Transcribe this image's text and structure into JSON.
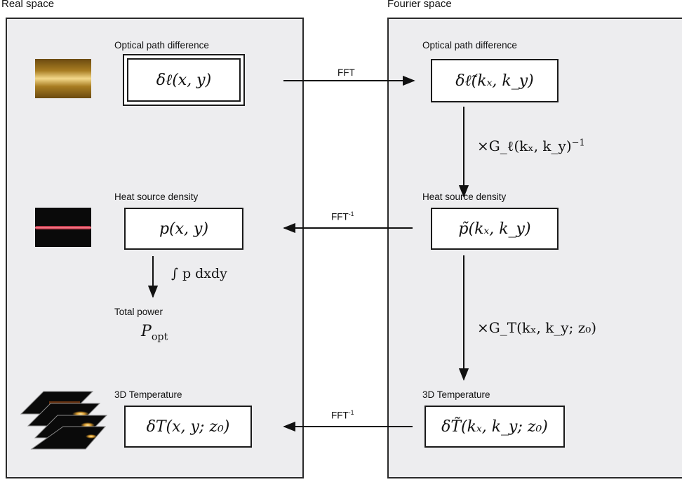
{
  "headings": {
    "real_space": "Real space",
    "fourier_space": "Fourier space"
  },
  "real": {
    "opd_label": "Optical path difference",
    "opd_expr": "δℓ(x, y)",
    "heat_label": "Heat source density",
    "heat_expr": "p(x, y)",
    "integral_expr": "∫ p dxdy",
    "power_label": "Total power",
    "power_main": "P",
    "power_sub": "opt",
    "temp_label": "3D Temperature",
    "temp_expr": "δT(x, y; z₀)"
  },
  "fourier": {
    "opd_label": "Optical path difference",
    "opd_expr": "δℓ̃(kₓ, k_y)",
    "green_l_expr": "×G_ℓ(kₓ, k_y)",
    "green_l_sup": "−1",
    "heat_label": "Heat source density",
    "heat_expr": "p̃(kₓ, k_y)",
    "green_t_expr": "×G_T(kₓ, k_y; z₀)",
    "temp_label": "3D Temperature",
    "temp_expr": "δT̃(kₓ, k_y; z₀)"
  },
  "arrows": {
    "fft": "FFT",
    "ifft_base": "FFT",
    "ifft_sup": "-1",
    "ifft2_base": "FFT",
    "ifft2_sup": "-1"
  },
  "colors": {
    "panel_bg": "#ededef",
    "opd_thumb": "#b8892a",
    "heat_thumb_line": "#e05060",
    "temp_layer": "#0a0a0a",
    "temp_glow": "#e0a030"
  }
}
